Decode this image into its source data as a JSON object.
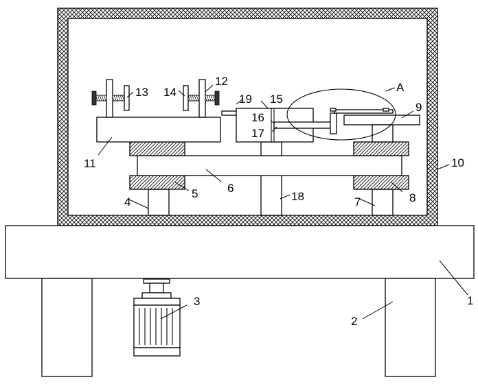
{
  "diagram": {
    "labels": {
      "l1": "1",
      "l2": "2",
      "l3": "3",
      "l4": "4",
      "l5": "5",
      "l6": "6",
      "l7": "7",
      "l8": "8",
      "l9": "9",
      "l10": "10",
      "l11": "11",
      "l12": "12",
      "l13": "13",
      "l14": "14",
      "l15": "15",
      "l16": "16",
      "l17": "17",
      "l18": "18",
      "l19": "19",
      "detail_a": "A"
    }
  }
}
